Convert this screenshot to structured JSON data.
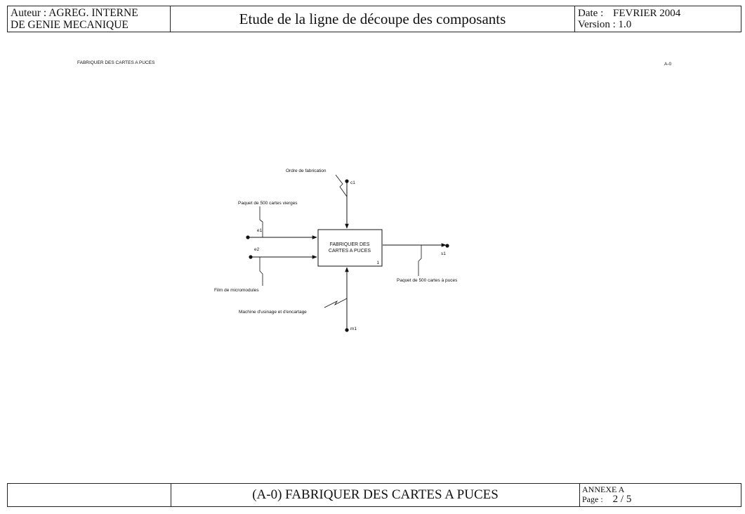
{
  "header": {
    "author_line1": "Auteur : AGREG. INTERNE",
    "author_line2": "DE GENIE MECANIQUE",
    "title": "Etude de la ligne de découpe des composants",
    "date_label": "Date :",
    "date_value": "FEVRIER 2004",
    "version": "Version : 1.0"
  },
  "diagram": {
    "name": "FABRIQUER DES CARTES A PUCES",
    "node_id": "A-0",
    "activity_line1": "FABRIQUER DES",
    "activity_line2": "CARTES A PUCES",
    "activity_number": "1",
    "control": {
      "id": "c1",
      "label": "Ordre de fabrication"
    },
    "inputs": [
      {
        "id": "e1",
        "label": "Paquet de 500 cartes vierges"
      },
      {
        "id": "e2",
        "label": "Film de micromodules"
      }
    ],
    "output": {
      "id": "s1",
      "label": "Paquet de 500 cartes à puces"
    },
    "mechanism": {
      "id": "m1",
      "label": "Machine d'usinage et d'encartage"
    }
  },
  "footer": {
    "left": "",
    "title": "(A-0) FABRIQUER DES CARTES A PUCES",
    "annex": "ANNEXE A",
    "page_label": "Page :",
    "page_value": "2  /  5"
  }
}
